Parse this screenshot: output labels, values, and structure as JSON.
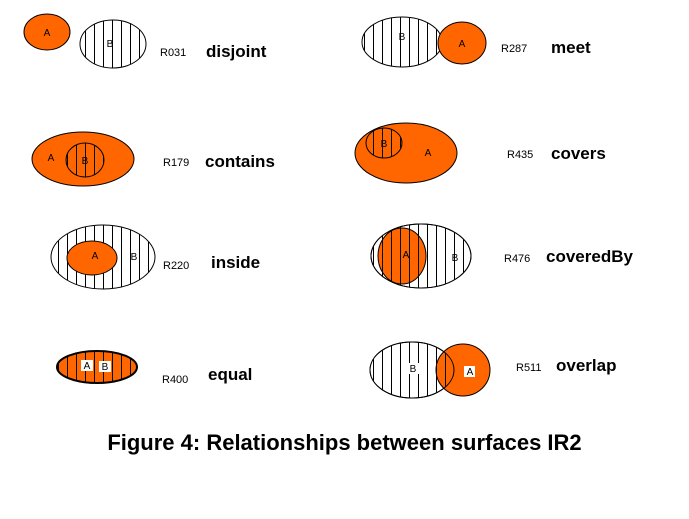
{
  "colors": {
    "fill_a": "#ff6600",
    "stroke": "#000000",
    "background": "#ffffff"
  },
  "caption": "Figure 4: Relationships between surfaces IR2",
  "relations": [
    {
      "code": "R031",
      "name": "disjoint"
    },
    {
      "code": "R287",
      "name": "meet"
    },
    {
      "code": "R179",
      "name": "contains"
    },
    {
      "code": "R435",
      "name": "covers"
    },
    {
      "code": "R220",
      "name": "inside"
    },
    {
      "code": "R476",
      "name": "coveredBy"
    },
    {
      "code": "R400",
      "name": "equal"
    },
    {
      "code": "R511",
      "name": "overlap"
    }
  ],
  "shape_labels": {
    "a": "A",
    "b": "B"
  }
}
